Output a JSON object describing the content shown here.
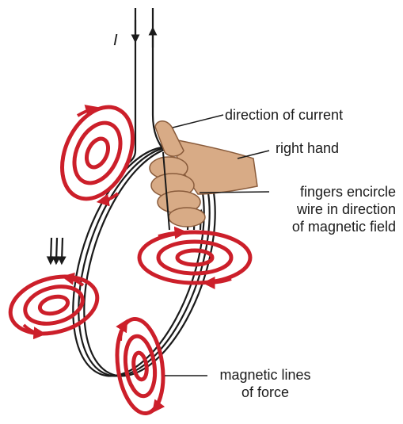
{
  "labels": {
    "current_symbol": "I",
    "direction_of_current": "direction of current",
    "right_hand": "right hand",
    "fingers_line1": "fingers encircle",
    "fingers_line2": "wire in direction",
    "fingers_line3": "of magnetic field",
    "lines_of_force_line1": "magnetic lines",
    "lines_of_force_line2": "of force"
  },
  "colors": {
    "wire": "#1a1a1a",
    "field_rings": "#cc1f2a",
    "skin": "#d8ab86",
    "skin_outline": "#8a5c3c",
    "leader_lines": "#1a1a1a"
  }
}
